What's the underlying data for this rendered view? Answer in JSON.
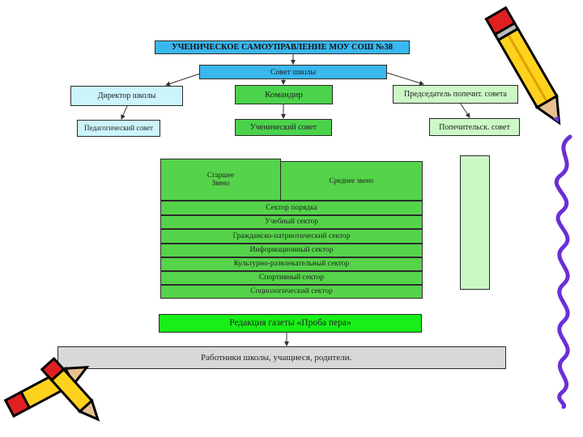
{
  "title": "УЧЕНИЧЕСКОЕ САМОУПРАВЛЕНИЕ МОУ СОШ №38",
  "school_council": "Совет школы",
  "director": "Директор школы",
  "commander": "Командир",
  "trustee_chair": "Председатель попечит. совета",
  "teachers_council": "Педагогический совет",
  "student_council": "Ученический совет",
  "trustee_council": "Попечительск. совет",
  "senior_level": "Старшее\nЗвено",
  "middle_level": "Среднее звено",
  "sectors": [
    "Сектор порядка",
    "Учебный сектор",
    "Гражданско-патриотический сектор",
    "Информационный сектор",
    "Культурно-развлекательный сектор",
    "Спортивный сектор",
    "Социологический сектор"
  ],
  "newspaper": "Редакция газеты «Проба пера»",
  "audience": "Работники школы, учащиеся, родители.",
  "colors": {
    "title_blue": "#39b7ee",
    "light_cyan": "#ccf4fb",
    "green": "#4cd24c",
    "light_green": "#ccf8c6",
    "bright_green": "#18ee18",
    "gray": "#d8d8d8"
  },
  "decorations": [
    "pencil-icon",
    "pencil-icon",
    "pencil-icon",
    "squiggle-line"
  ]
}
